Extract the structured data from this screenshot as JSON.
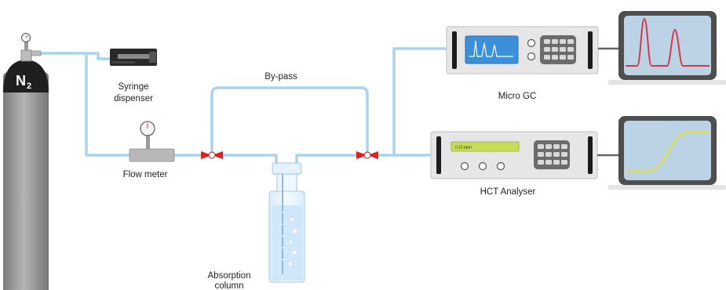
{
  "gas": {
    "symbol": "N",
    "subscript": "2"
  },
  "labels": {
    "syringe_line1": "Syringe",
    "syringe_line2": "dispenser",
    "flow_meter": "Flow meter",
    "bypass": "By-pass",
    "absorption_line1": "Absorption",
    "absorption_line2": "column",
    "micro_gc": "Micro GC",
    "hct_analyser": "HCT Analyser"
  },
  "hct_display": "0.15 ppm",
  "colors": {
    "tubing": "#a9d3ee",
    "valve": "#e02020",
    "cylinder": "#9a9a9a",
    "cylinder_top": "#1f1f1f",
    "instrument_panel": "#e6e6e6",
    "gc_screen": "#3c8fd9",
    "hct_screen": "#c9dc55",
    "monitor_screen": "#bcd3e6",
    "gc_trace": "#d23a4c",
    "hct_trace": "#e2e23a"
  },
  "icons": [
    "pressure-gauge-icon",
    "valve-icon",
    "keypad-icon",
    "knob-icon"
  ]
}
